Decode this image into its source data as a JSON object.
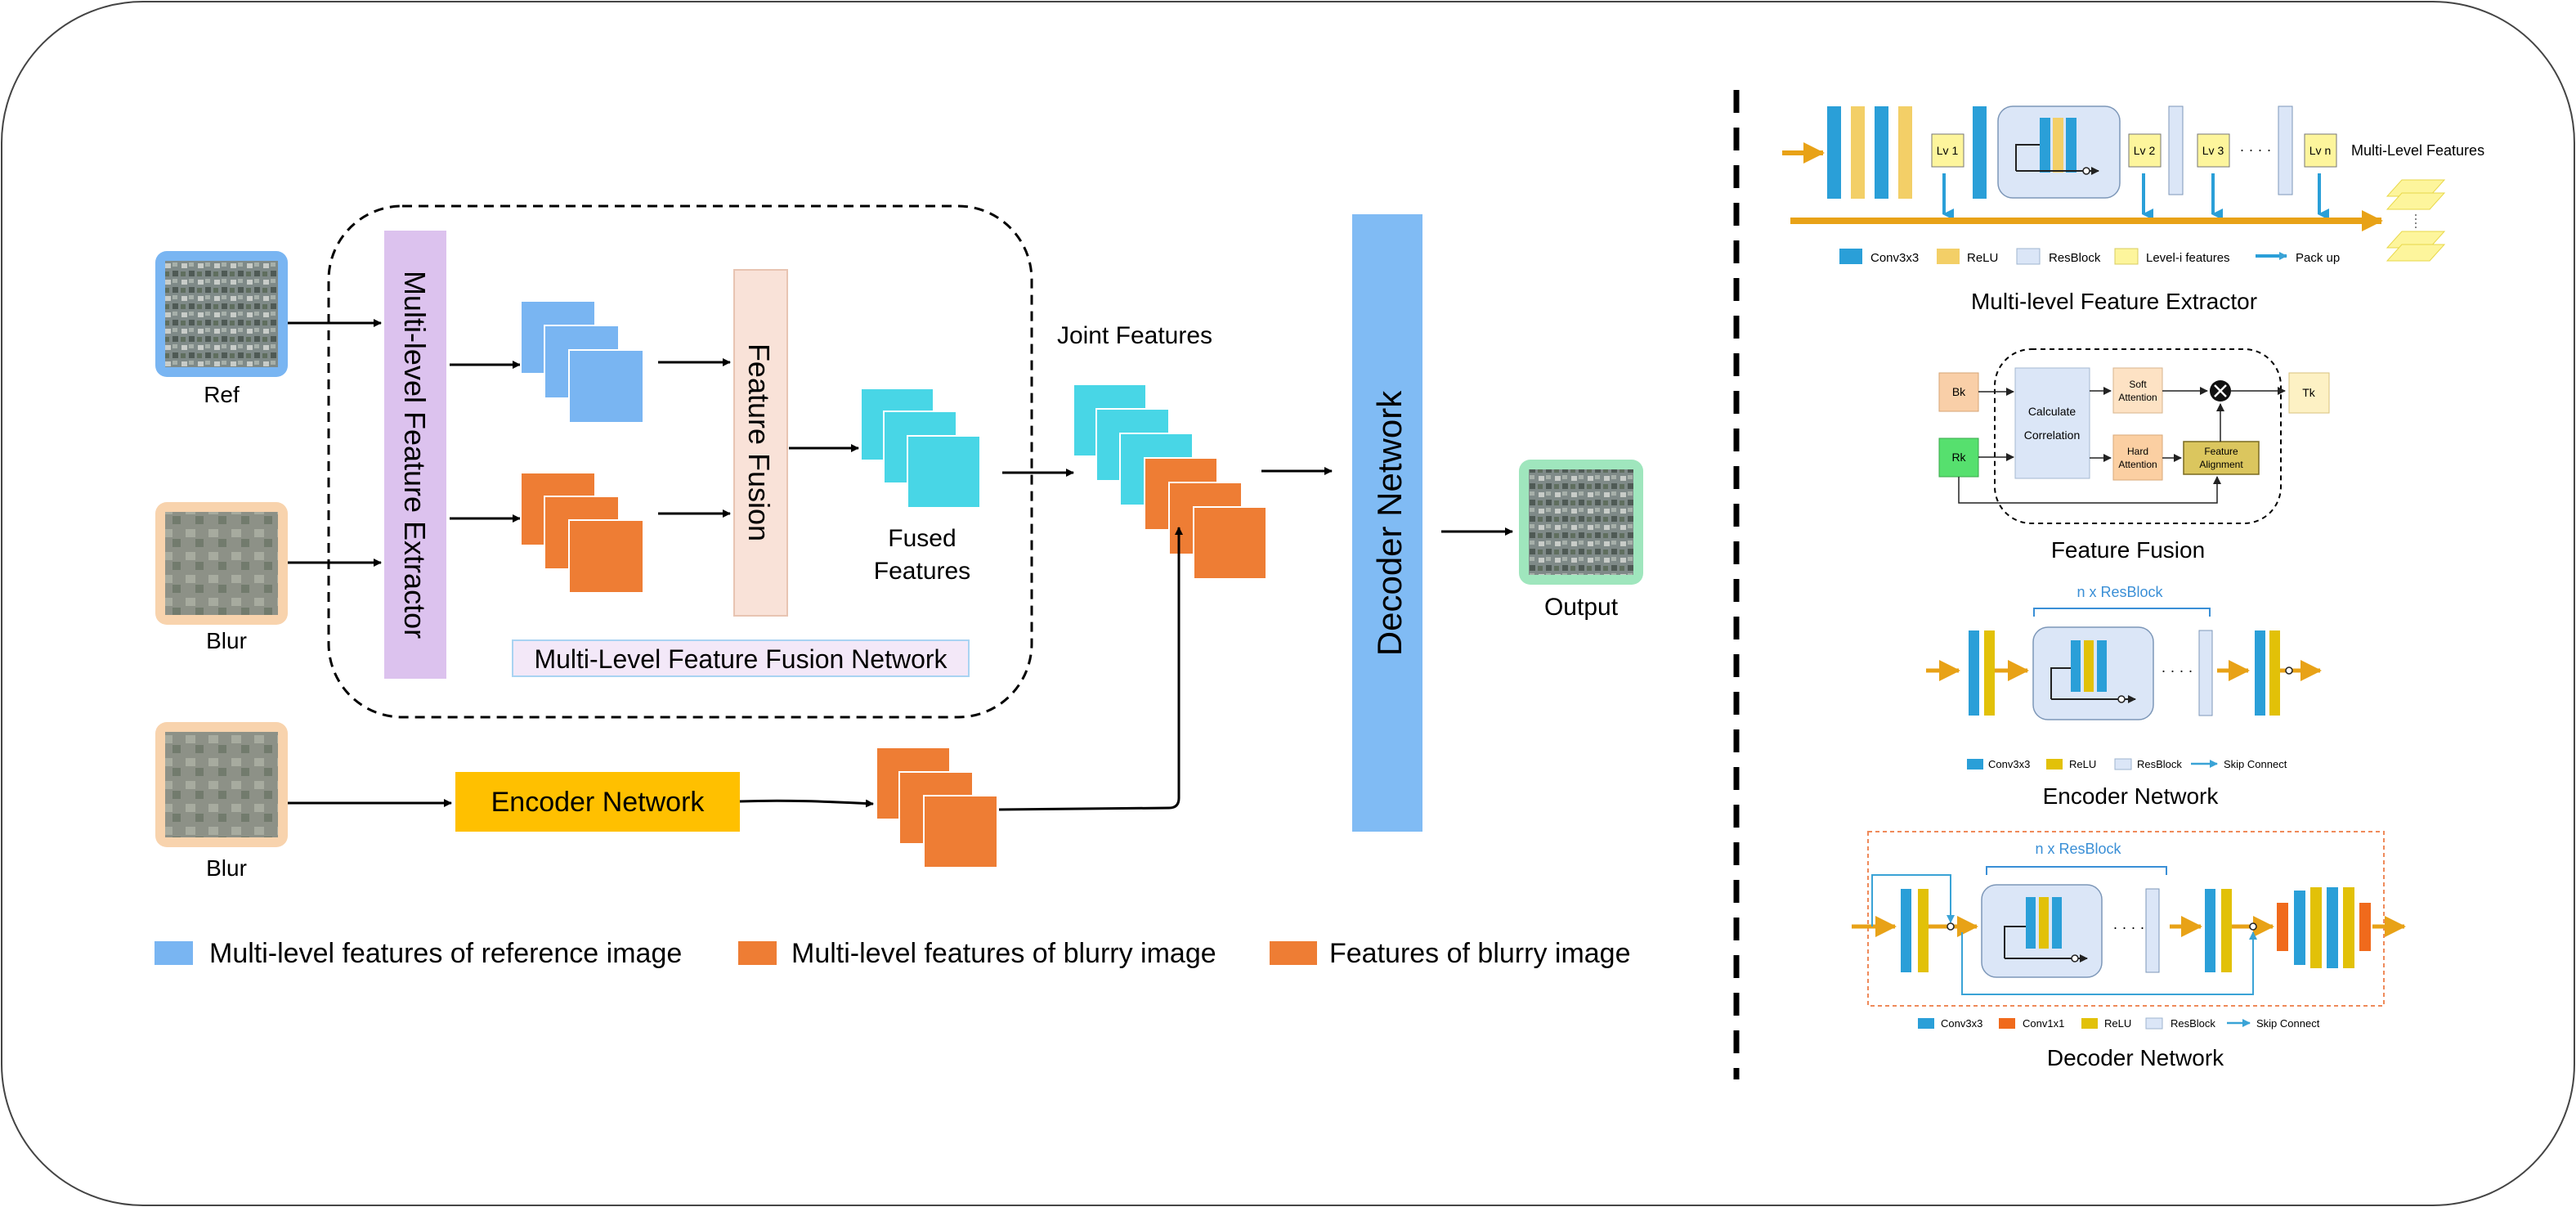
{
  "inputs": {
    "ref_label": "Ref",
    "blur_label_1": "Blur",
    "blur_label_2": "Blur",
    "output_label": "Output"
  },
  "main": {
    "extractor_label": "Multi-level  Feature  Extractor",
    "fusion_label": "Feature Fusion",
    "fused_features_line1": "Fused",
    "fused_features_line2": "Features",
    "fusion_network_label": "Multi-Level Feature Fusion Network",
    "joint_features_label": "Joint Features",
    "decoder_label": "Decoder Network",
    "encoder_label": "Encoder Network"
  },
  "legend": {
    "items": [
      {
        "label": "Multi-level features of  reference image",
        "color": "#79b5f2"
      },
      {
        "label": "Multi-level features of  blurry image",
        "color": "#ee7d34"
      },
      {
        "label": "Features of  blurry image",
        "color": "#ee7d34"
      }
    ]
  },
  "panel_extractor": {
    "title": "Multi-level  Feature  Extractor",
    "lv_labels": [
      "Lv 1",
      "Lv 2",
      "Lv 3",
      "Lv n"
    ],
    "ellipsis": "· · · ·",
    "multi_level_label": "Multi-Level Features",
    "legend": [
      "Conv3x3",
      "ReLU",
      "ResBlock",
      "Level-i features",
      "Pack up"
    ]
  },
  "panel_fusion": {
    "title": "Feature Fusion",
    "bk_label": "Bk",
    "rk_label": "Rk",
    "tk_label": "Tk",
    "calc_line1": "Calculate",
    "calc_line2": "Correlation",
    "soft_line1": "Soft",
    "soft_line2": "Attention",
    "hard_line1": "Hard",
    "hard_line2": "Attention",
    "align_line1": "Feature",
    "align_line2": "Alignment"
  },
  "panel_encoder": {
    "title": "Encoder Network",
    "n_resblock": "n x ResBlock",
    "ellipsis": "· · · ·",
    "legend": [
      "Conv3x3",
      "ReLU",
      "ResBlock",
      "Skip Connect"
    ]
  },
  "panel_decoder": {
    "title": "Decoder Network",
    "n_resblock": "n x ResBlock",
    "ellipsis": "· · · ·",
    "legend": [
      "Conv3x3",
      "Conv1x1",
      "ReLU",
      "ResBlock",
      "Skip Connect"
    ]
  },
  "colors": {
    "ref_blue": "#79b5f2",
    "blur_orange": "#ee7d34",
    "fused_cyan": "#48d6e6",
    "extractor_purple": "#dcc2ee",
    "fusion_peach": "#f9e2d8",
    "decoder_blue": "#80bbf4",
    "encoder_yellow": "#ffc000",
    "conv_blue": "#2a9fd8",
    "relu_yellow": "#f3cf67",
    "resblock": "#dbe6f7",
    "level_yellow": "#fdf59c",
    "arrow_orange": "#e8a217"
  }
}
